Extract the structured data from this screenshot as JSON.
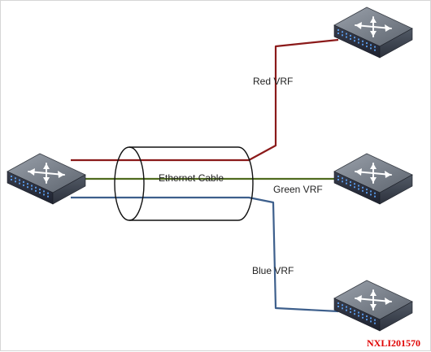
{
  "diagram": {
    "cable_label": "Ethernet Cable",
    "links": [
      {
        "id": "red",
        "label": "Red VRF",
        "color": "#8b1a1a"
      },
      {
        "id": "green",
        "label": "Green VRF",
        "color": "#4f6b1f"
      },
      {
        "id": "blue",
        "label": "Blue VRF",
        "color": "#3d5f8c"
      }
    ],
    "watermark": "NXLI201570",
    "icons": [
      "switch-icon",
      "switch-icon",
      "switch-icon",
      "switch-icon"
    ],
    "colors": {
      "switch_top": "#7f8690",
      "switch_front": "#2f3340",
      "port_lights": "#5fa8ff",
      "cable_outline": "#111111"
    }
  }
}
